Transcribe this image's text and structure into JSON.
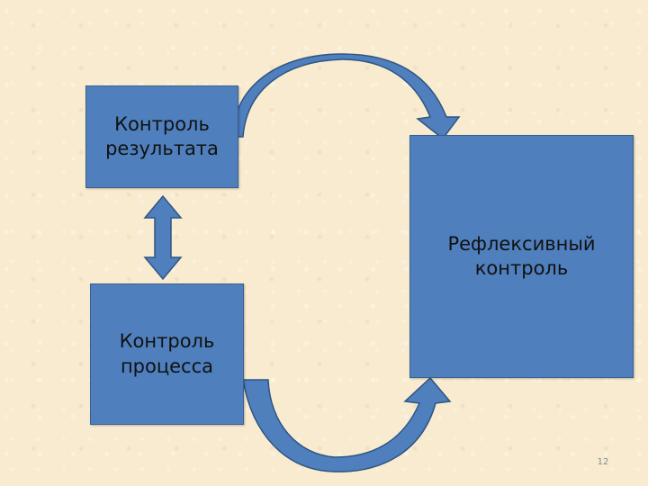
{
  "diagram": {
    "boxes": {
      "result_control": "Контроль\nрезультата",
      "process_control": "Контроль\nпроцесса",
      "reflexive_control": "Рефлексивный\nконтроль"
    },
    "colors": {
      "box_fill": "#4f7fbd",
      "box_border": "#3a5f8f",
      "arrow_fill": "#4f7fbd",
      "arrow_stroke": "#2f5584",
      "background": "#f8ebcf"
    }
  },
  "slide": {
    "page_number": "12"
  }
}
